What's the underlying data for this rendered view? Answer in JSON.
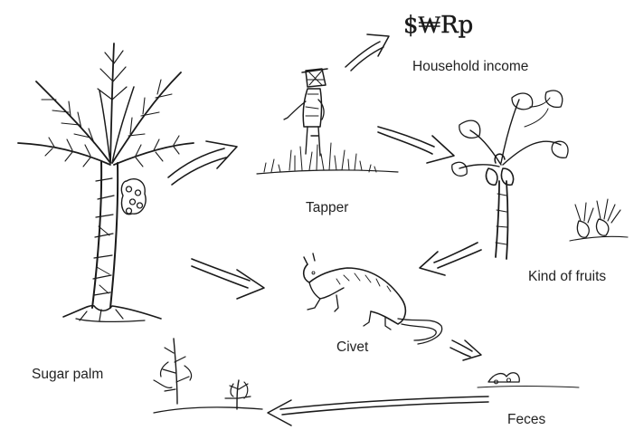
{
  "labels": {
    "currency": "$₩Rp",
    "household_income": "Household income",
    "tapper": "Tapper",
    "kind_of_fruits": "Kind of fruits",
    "civet": "Civet",
    "sugar_palm": "Sugar palm",
    "feces": "Feces"
  },
  "colors": {
    "ink": "#1a1a1a",
    "text": "#222222",
    "background": "#ffffff"
  }
}
